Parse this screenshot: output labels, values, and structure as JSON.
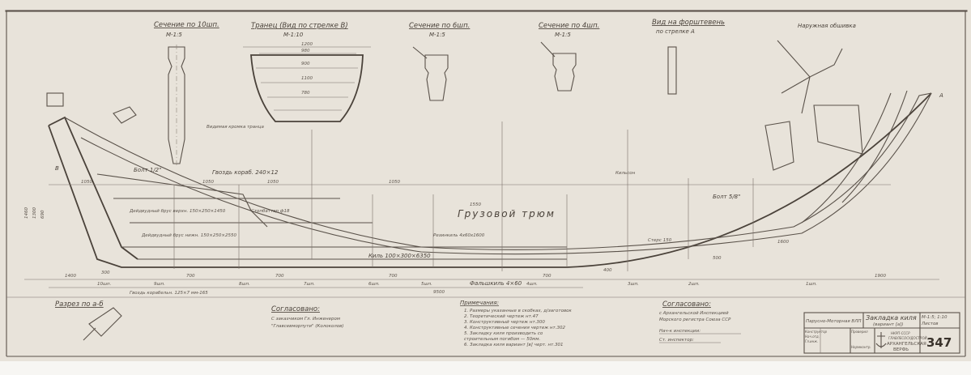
{
  "sections": {
    "frame10": {
      "title": "Сечение по 10шп.",
      "scale": "M-1:5"
    },
    "transom": {
      "title": "Транец (Вид по стрелке В)",
      "scale": "M-1:10",
      "dims": [
        "1200",
        "980",
        "900",
        "1100",
        "780"
      ],
      "note": "Видимая кромка транца"
    },
    "frame6": {
      "title": "Сечение по 6шп.",
      "scale": "M-1:5"
    },
    "frame4": {
      "title": "Сечение по 4шп.",
      "scale": "M-1:5"
    },
    "stem_view": {
      "title": "Вид на форштевень",
      "subtitle": "по стрелке А"
    },
    "outer_skin": "Наружная обшивка",
    "section_ab": "Разрез по а-б"
  },
  "labels": {
    "cargo_hold": "Грузовой трюм",
    "keel": "Киль 100×300×6350",
    "false_keel": "Фальшкиль 4×60",
    "nail_240": "Гвоздь кораб. 240×12",
    "nail_ship": "Гвоздь корабельн. 125×7 мм-165",
    "bolt_half": "Болт 1/2\"",
    "bolt_5_8": "Болт 5/8\"",
    "deadwood_upper": "Дейдвудный брус верхн. 150×250×1450",
    "deadwood_lower": "Дейдвудный брус нижн. 150×250×2550",
    "stanchion": "Стопбаттер ф18",
    "rubber": "Резинкиль 4x60x1600",
    "stern": "Стерс 150",
    "keelson": "Кильсон",
    "letter_a": "А",
    "letter_b": "В",
    "frames": [
      "10шп.",
      "9шп.",
      "8шп.",
      "7шп.",
      "6шп.",
      "5шп.",
      "4шп.",
      "3шп.",
      "2шп.",
      "1шп."
    ],
    "dims": [
      "1050",
      "1050",
      "1050",
      "1050",
      "1550",
      "700",
      "700",
      "700",
      "700",
      "9500",
      "1400",
      "300",
      "400",
      "500",
      "1600",
      "1900"
    ],
    "heights": [
      "1460",
      "1300",
      "690"
    ]
  },
  "agreed_left": {
    "title": "Согласовано:",
    "line1": "С заказчиком Гл. Инженером",
    "line2": "\"Главсевморпути\"   (Колоколов)"
  },
  "notes": {
    "title": "Примечания:",
    "items": [
      "1. Размеры указанные в скобках, д/заготовок",
      "2. Теоретический чертеж нт.47",
      "3. Конструктивный чертеж нт.300",
      "4. Конструктивные сечения чертеж нт.302",
      "5. Закладку киля производить со",
      "   строительным погибом — 50мм.",
      "6. Закладка киля вариант [в] черт. нт.301"
    ]
  },
  "agreed_right": {
    "title": "Согласовано:",
    "line1": "с Архангельской Инспекцией",
    "line2": "Морского регистра Союза ССР",
    "line3": "Нач-к инспекции:",
    "line4": "Ст. инспектор:"
  },
  "title_block": {
    "vessel": "Парусно-Моторная ВЛП",
    "drawing_title": "Закладка киля",
    "drawing_sub": "(вариант [а])",
    "org1": "НКРП-СССР",
    "org2": "ГЛАВЛЕСОСУДОСТРОЙ",
    "org3": "АРХАНГЕЛЬСКАЯ",
    "org4": "ВЕРФЬ",
    "number": "347",
    "scale": "М-1:5; 1:10",
    "sheet": "Листов",
    "roles": [
      "Конструктор",
      "Нач.отд.",
      "Гл.инж.",
      "Проверил",
      "Нормконтр."
    ]
  }
}
